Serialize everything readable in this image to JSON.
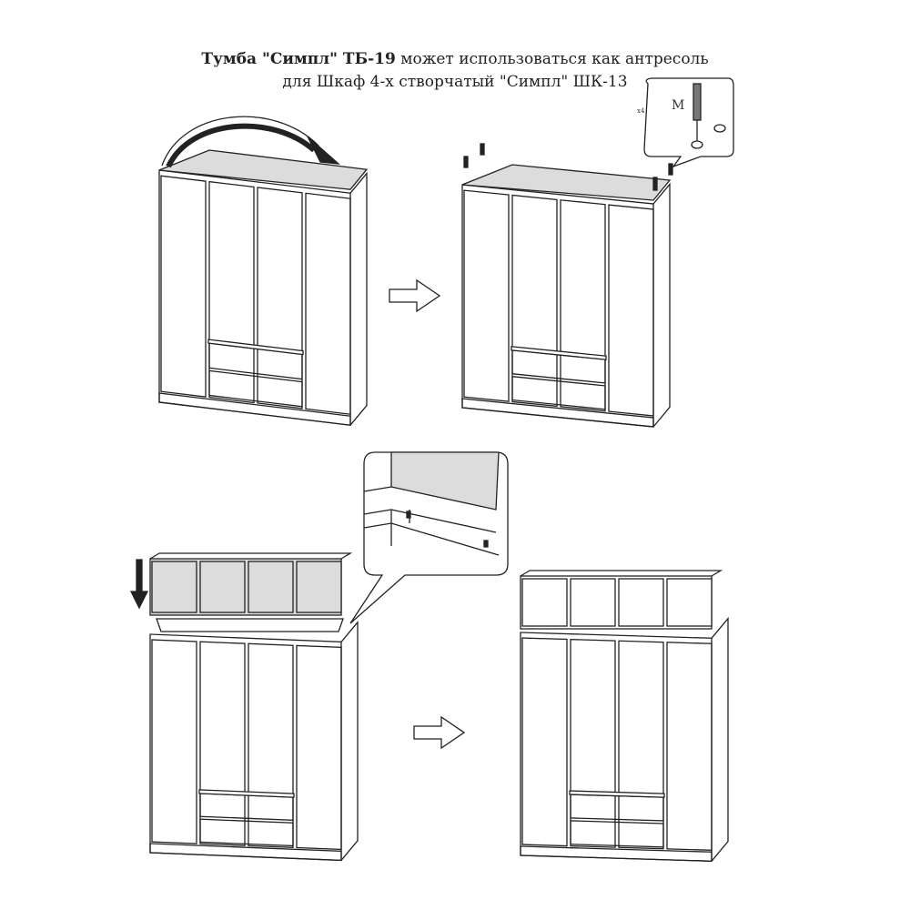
{
  "title": {
    "line1_bold": "Тумба \"Симпл\" ТБ-19",
    "line1_rest": " может использоваться как антресоль",
    "line2": "для Шкаф 4-х створчатый \"Симпл\" ШК-13"
  },
  "callout": {
    "part_label": "M",
    "quantity": "x4"
  },
  "colors": {
    "line": "#222222",
    "shade": "#dcdcdc"
  }
}
